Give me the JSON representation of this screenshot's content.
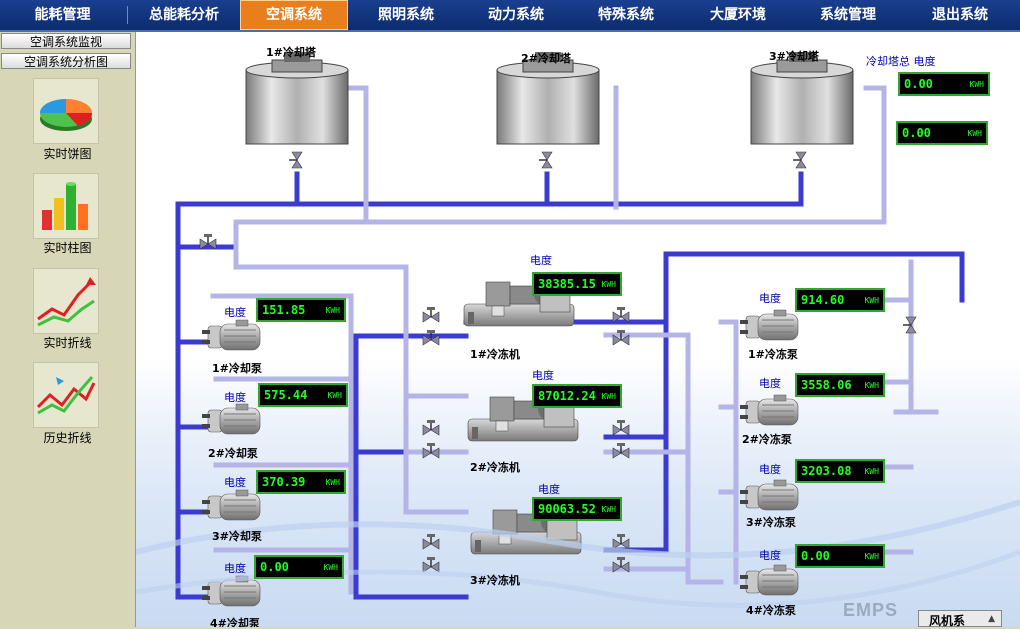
{
  "nav": [
    {
      "label": "能耗管理"
    },
    {
      "label": "总能耗分析"
    },
    {
      "label": "空调系统",
      "active": true
    },
    {
      "label": "照明系统"
    },
    {
      "label": "动力系统"
    },
    {
      "label": "特殊系统"
    },
    {
      "label": "大厦环境"
    },
    {
      "label": "系统管理"
    },
    {
      "label": "退出系统"
    }
  ],
  "sidebar": {
    "buttons": [
      {
        "label": "空调系统监视"
      },
      {
        "label": "空调系统分析图"
      }
    ],
    "tiles": [
      {
        "label": "实时饼图",
        "icon": "pie-chart-icon"
      },
      {
        "label": "实时柱图",
        "icon": "bar-chart-icon"
      },
      {
        "label": "实时折线",
        "icon": "line-chart-icon"
      },
      {
        "label": "历史折线",
        "icon": "history-line-chart-icon"
      }
    ]
  },
  "towers": [
    {
      "label": "1#冷却塔"
    },
    {
      "label": "2#冷却塔"
    },
    {
      "label": "3#冷却塔"
    }
  ],
  "tower_total": {
    "label": "冷却塔总 电度",
    "meters": [
      {
        "value": "0.00",
        "unit": "KWH"
      },
      {
        "value": "0.00",
        "unit": "KWH"
      }
    ]
  },
  "meter_label": "电度",
  "cooling_pumps": [
    {
      "label": "1#冷却泵",
      "value": "151.85",
      "unit": "KWH"
    },
    {
      "label": "2#冷却泵",
      "value": "575.44",
      "unit": "KWH"
    },
    {
      "label": "3#冷却泵",
      "value": "370.39",
      "unit": "KWH"
    },
    {
      "label": "4#冷却泵",
      "value": "0.00",
      "unit": "KWH"
    }
  ],
  "chillers": [
    {
      "label": "1#冷冻机",
      "value": "38385.15",
      "unit": "KWH"
    },
    {
      "label": "2#冷冻机",
      "value": "87012.24",
      "unit": "KWH"
    },
    {
      "label": "3#冷冻机",
      "value": "90063.52",
      "unit": "KWH"
    }
  ],
  "chilled_pumps": [
    {
      "label": "1#冷冻泵",
      "value": "914.60",
      "unit": "KWH"
    },
    {
      "label": "2#冷冻泵",
      "value": "3558.06",
      "unit": "KWH"
    },
    {
      "label": "3#冷冻泵",
      "value": "3203.08",
      "unit": "KWH"
    },
    {
      "label": "4#冷冻泵",
      "value": "0.00",
      "unit": "KWH"
    }
  ],
  "logo": "EMPS",
  "popup": {
    "label": "风机系"
  },
  "colors": {
    "nav": "#143a86",
    "nav_active": "#e87e1c",
    "pipe_dark": "#3b3bd0",
    "pipe_light": "#b8b8e8",
    "meter_text": "#22ff22",
    "meter_border": "#2ea82e"
  }
}
